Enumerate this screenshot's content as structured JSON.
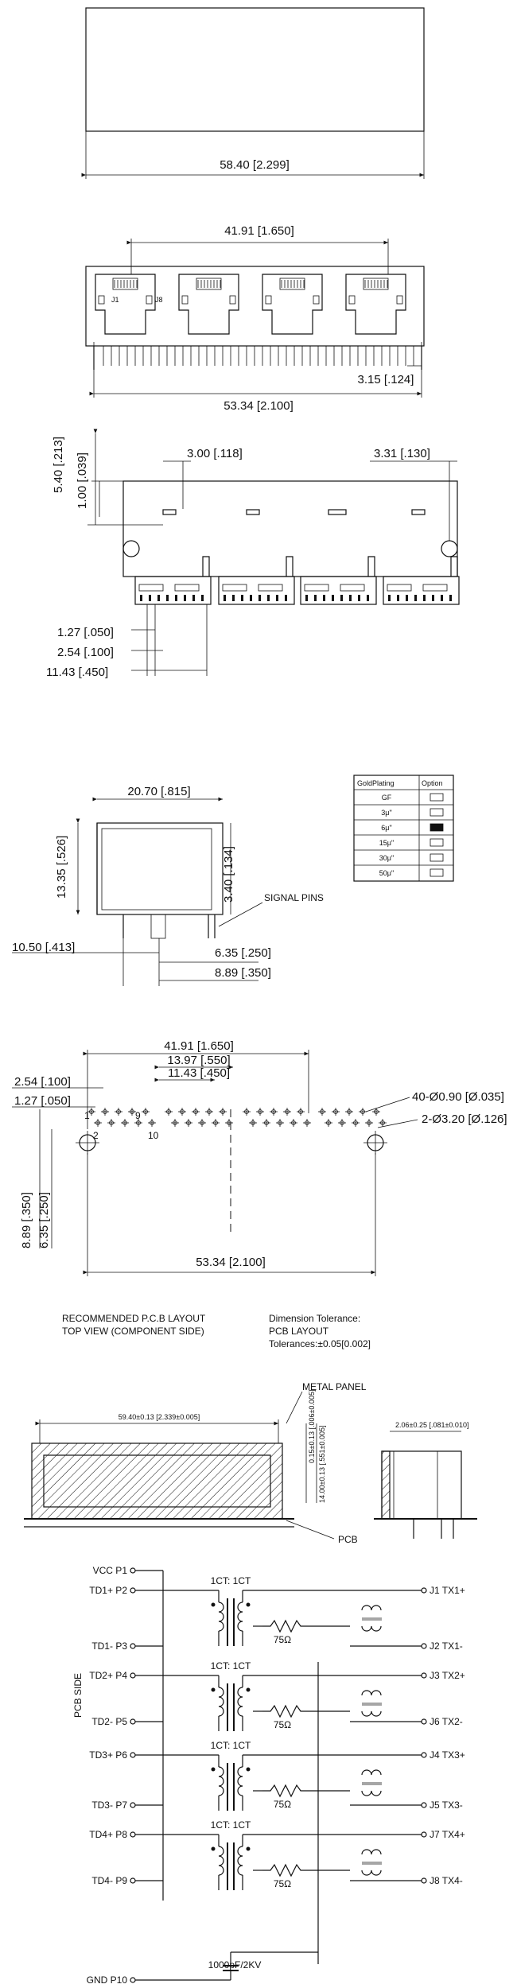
{
  "front_view": {
    "width_dim": "58.40 [2.299]"
  },
  "rj45_view": {
    "top_dim": "41.91 [1.650]",
    "port_labels": [
      "J1",
      "J8"
    ],
    "right_dim": "3.15 [.124]",
    "bottom_dim": "53.34 [2.100]"
  },
  "bottom_view": {
    "left_dims": [
      "5.40 [.213]",
      "1.00 [.039]"
    ],
    "top_dims": [
      "3.00 [.118]",
      "3.31 [.130]"
    ],
    "pitch_dims": [
      "1.27 [.050]",
      "2.54 [.100]",
      "11.43 [.450]"
    ]
  },
  "side_view": {
    "width_dim": "20.70 [.815]",
    "height_dim": "13.35 [.526]",
    "pin_dim": "3.40 [.134]",
    "signal_pins": "SIGNAL PINS",
    "left_dim": "10.50 [.413]",
    "bottom_dims": [
      "6.35 [.250]",
      "8.89 [.350]"
    ]
  },
  "gold_plating": {
    "headers": [
      "GoldPlating",
      "Option"
    ],
    "rows": [
      {
        "label": "GF",
        "selected": false
      },
      {
        "label": "3μ\"",
        "selected": false
      },
      {
        "label": "6μ\"",
        "selected": true
      },
      {
        "label": "15μ\"",
        "selected": false
      },
      {
        "label": "30μ\"",
        "selected": false
      },
      {
        "label": "50μ\"",
        "selected": false
      }
    ]
  },
  "pcb_layout": {
    "dims": [
      "41.91 [1.650]",
      "13.97 [.550]",
      "11.43 [.450]",
      "2.54 [.100]",
      "1.27 [.050]"
    ],
    "hole_notes": [
      "40-Ø0.90 [Ø.035]",
      "2-Ø3.20 [Ø.126]"
    ],
    "pin_numbers": [
      "1",
      "2",
      "9",
      "10"
    ],
    "vert_dims": [
      "8.89 [.350]",
      "6.35 [.250]"
    ],
    "bottom_dim": "53.34 [2.100]",
    "caption_left": [
      "RECOMMENDED P.C.B LAYOUT",
      "TOP VIEW (COMPONENT SIDE)"
    ],
    "caption_right": [
      "Dimension Tolerance:",
      "PCB LAYOUT",
      "Tolerances:±0.05[0.002]"
    ]
  },
  "panel_view": {
    "metal_panel": "METAL PANEL",
    "width_dim": "59.40±0.13 [2.339±0.005]",
    "vert_dims": [
      "0.15±0.13 [.006±0.005]",
      "14.00±0.13 [.551±0.005]"
    ],
    "side_dim": "2.06±0.25 [.081±0.010]",
    "pcb": "PCB"
  },
  "schematic": {
    "left_pins": [
      "VCC P1",
      "TD1+ P2",
      "TD1- P3",
      "TD2+ P4",
      "TD2- P5",
      "TD3+ P6",
      "TD3- P7",
      "TD4+ P8",
      "TD4- P9",
      "GND P10"
    ],
    "right_pins": [
      "J1 TX1+",
      "J2 TX1-",
      "J3 TX2+",
      "J6 TX2-",
      "J4 TX3+",
      "J5 TX3-",
      "J7 TX4+",
      "J8 TX4-"
    ],
    "ratio_labels": [
      "1CT: 1CT",
      "1CT: 1CT",
      "1CT: 1CT",
      "1CT: 1CT"
    ],
    "resistor_labels": [
      "75Ω",
      "75Ω",
      "75Ω",
      "75Ω"
    ],
    "capacitor_label": "1000pF/2KV",
    "side_label": "PCB SIDE"
  }
}
